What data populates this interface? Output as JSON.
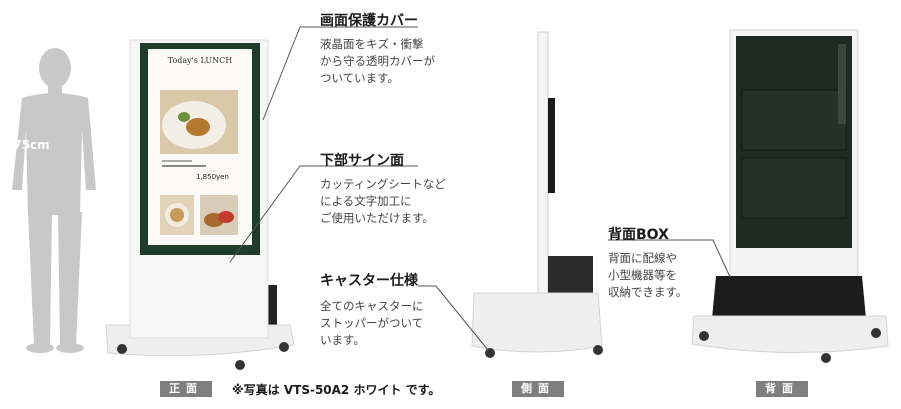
{
  "figure": {
    "height_label": "175cm",
    "screen": {
      "title": "Today's LUNCH",
      "price": "1,850yen"
    }
  },
  "callouts": [
    {
      "title": "画面保護カバー",
      "lines": [
        "液晶面をキズ・衝撃",
        "から守る透明カバーが",
        "ついています。"
      ]
    },
    {
      "title": "下部サイン面",
      "lines": [
        "カッティングシートなど",
        "による文字加工に",
        "ご使用いただけます。"
      ]
    },
    {
      "title": "キャスター仕様",
      "lines": [
        "全てのキャスターに",
        "ストッパーがついて",
        "います。"
      ]
    },
    {
      "title": "背面BOX",
      "lines": [
        "背面に配線や",
        "小型機器等を",
        "収納できます。"
      ]
    }
  ],
  "captions": {
    "front": "正面",
    "side": "側面",
    "back": "背面",
    "note": "※写真は VTS-50A2 ホワイト です。"
  },
  "colors": {
    "silhouette": "#c8c8c8",
    "stand_white": "#f4f4f4",
    "frame_green": "#1e3d2a",
    "back_panel": "#1f2a24",
    "tag_gray": "#7f7f7f"
  }
}
